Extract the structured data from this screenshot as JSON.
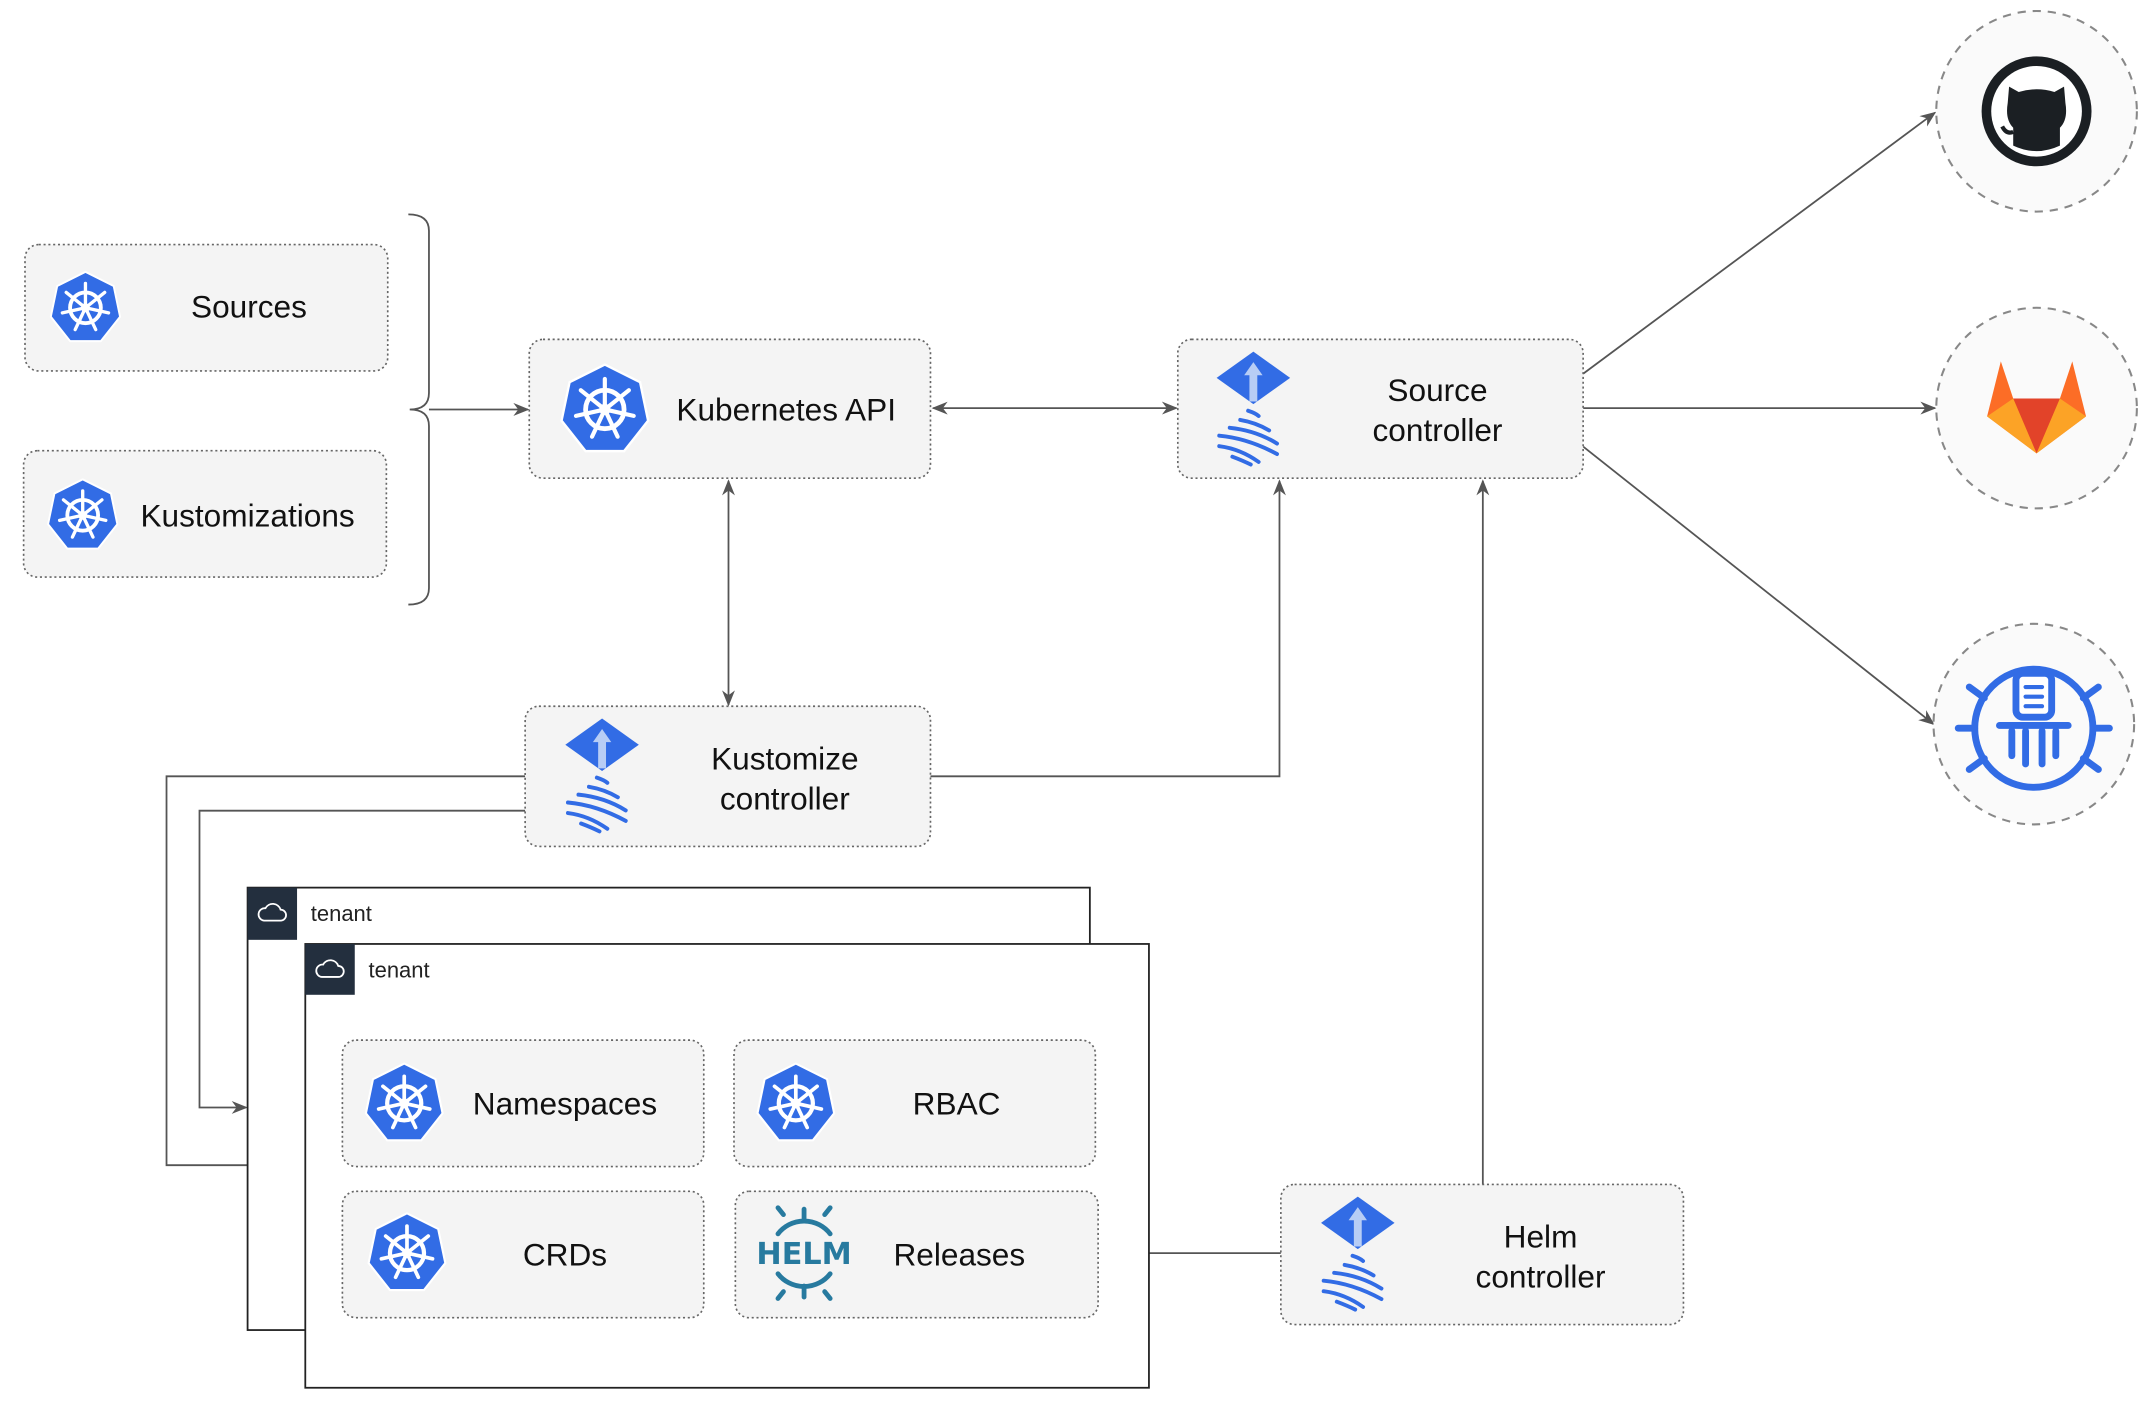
{
  "nodes": {
    "sources": "Sources",
    "kustomizations": "Kustomizations",
    "kubernetes_api": "Kubernetes API",
    "source_controller": [
      "Source",
      "controller"
    ],
    "kustomize_controller": [
      "Kustomize",
      "controller"
    ],
    "helm_controller": [
      "Helm",
      "controller"
    ],
    "namespaces": "Namespaces",
    "rbac": "RBAC",
    "crds": "CRDs",
    "releases": "Releases"
  },
  "tenants": [
    "tenant",
    "tenant"
  ],
  "helm_logo_text": "HELM",
  "external_sources": [
    "github-icon",
    "gitlab-icon",
    "bucket-icon"
  ],
  "colors": {
    "k8s_blue": "#326ce5",
    "edge": "#555555",
    "box_fill": "#f4f4f4",
    "tenant_header": "#232f3e"
  }
}
